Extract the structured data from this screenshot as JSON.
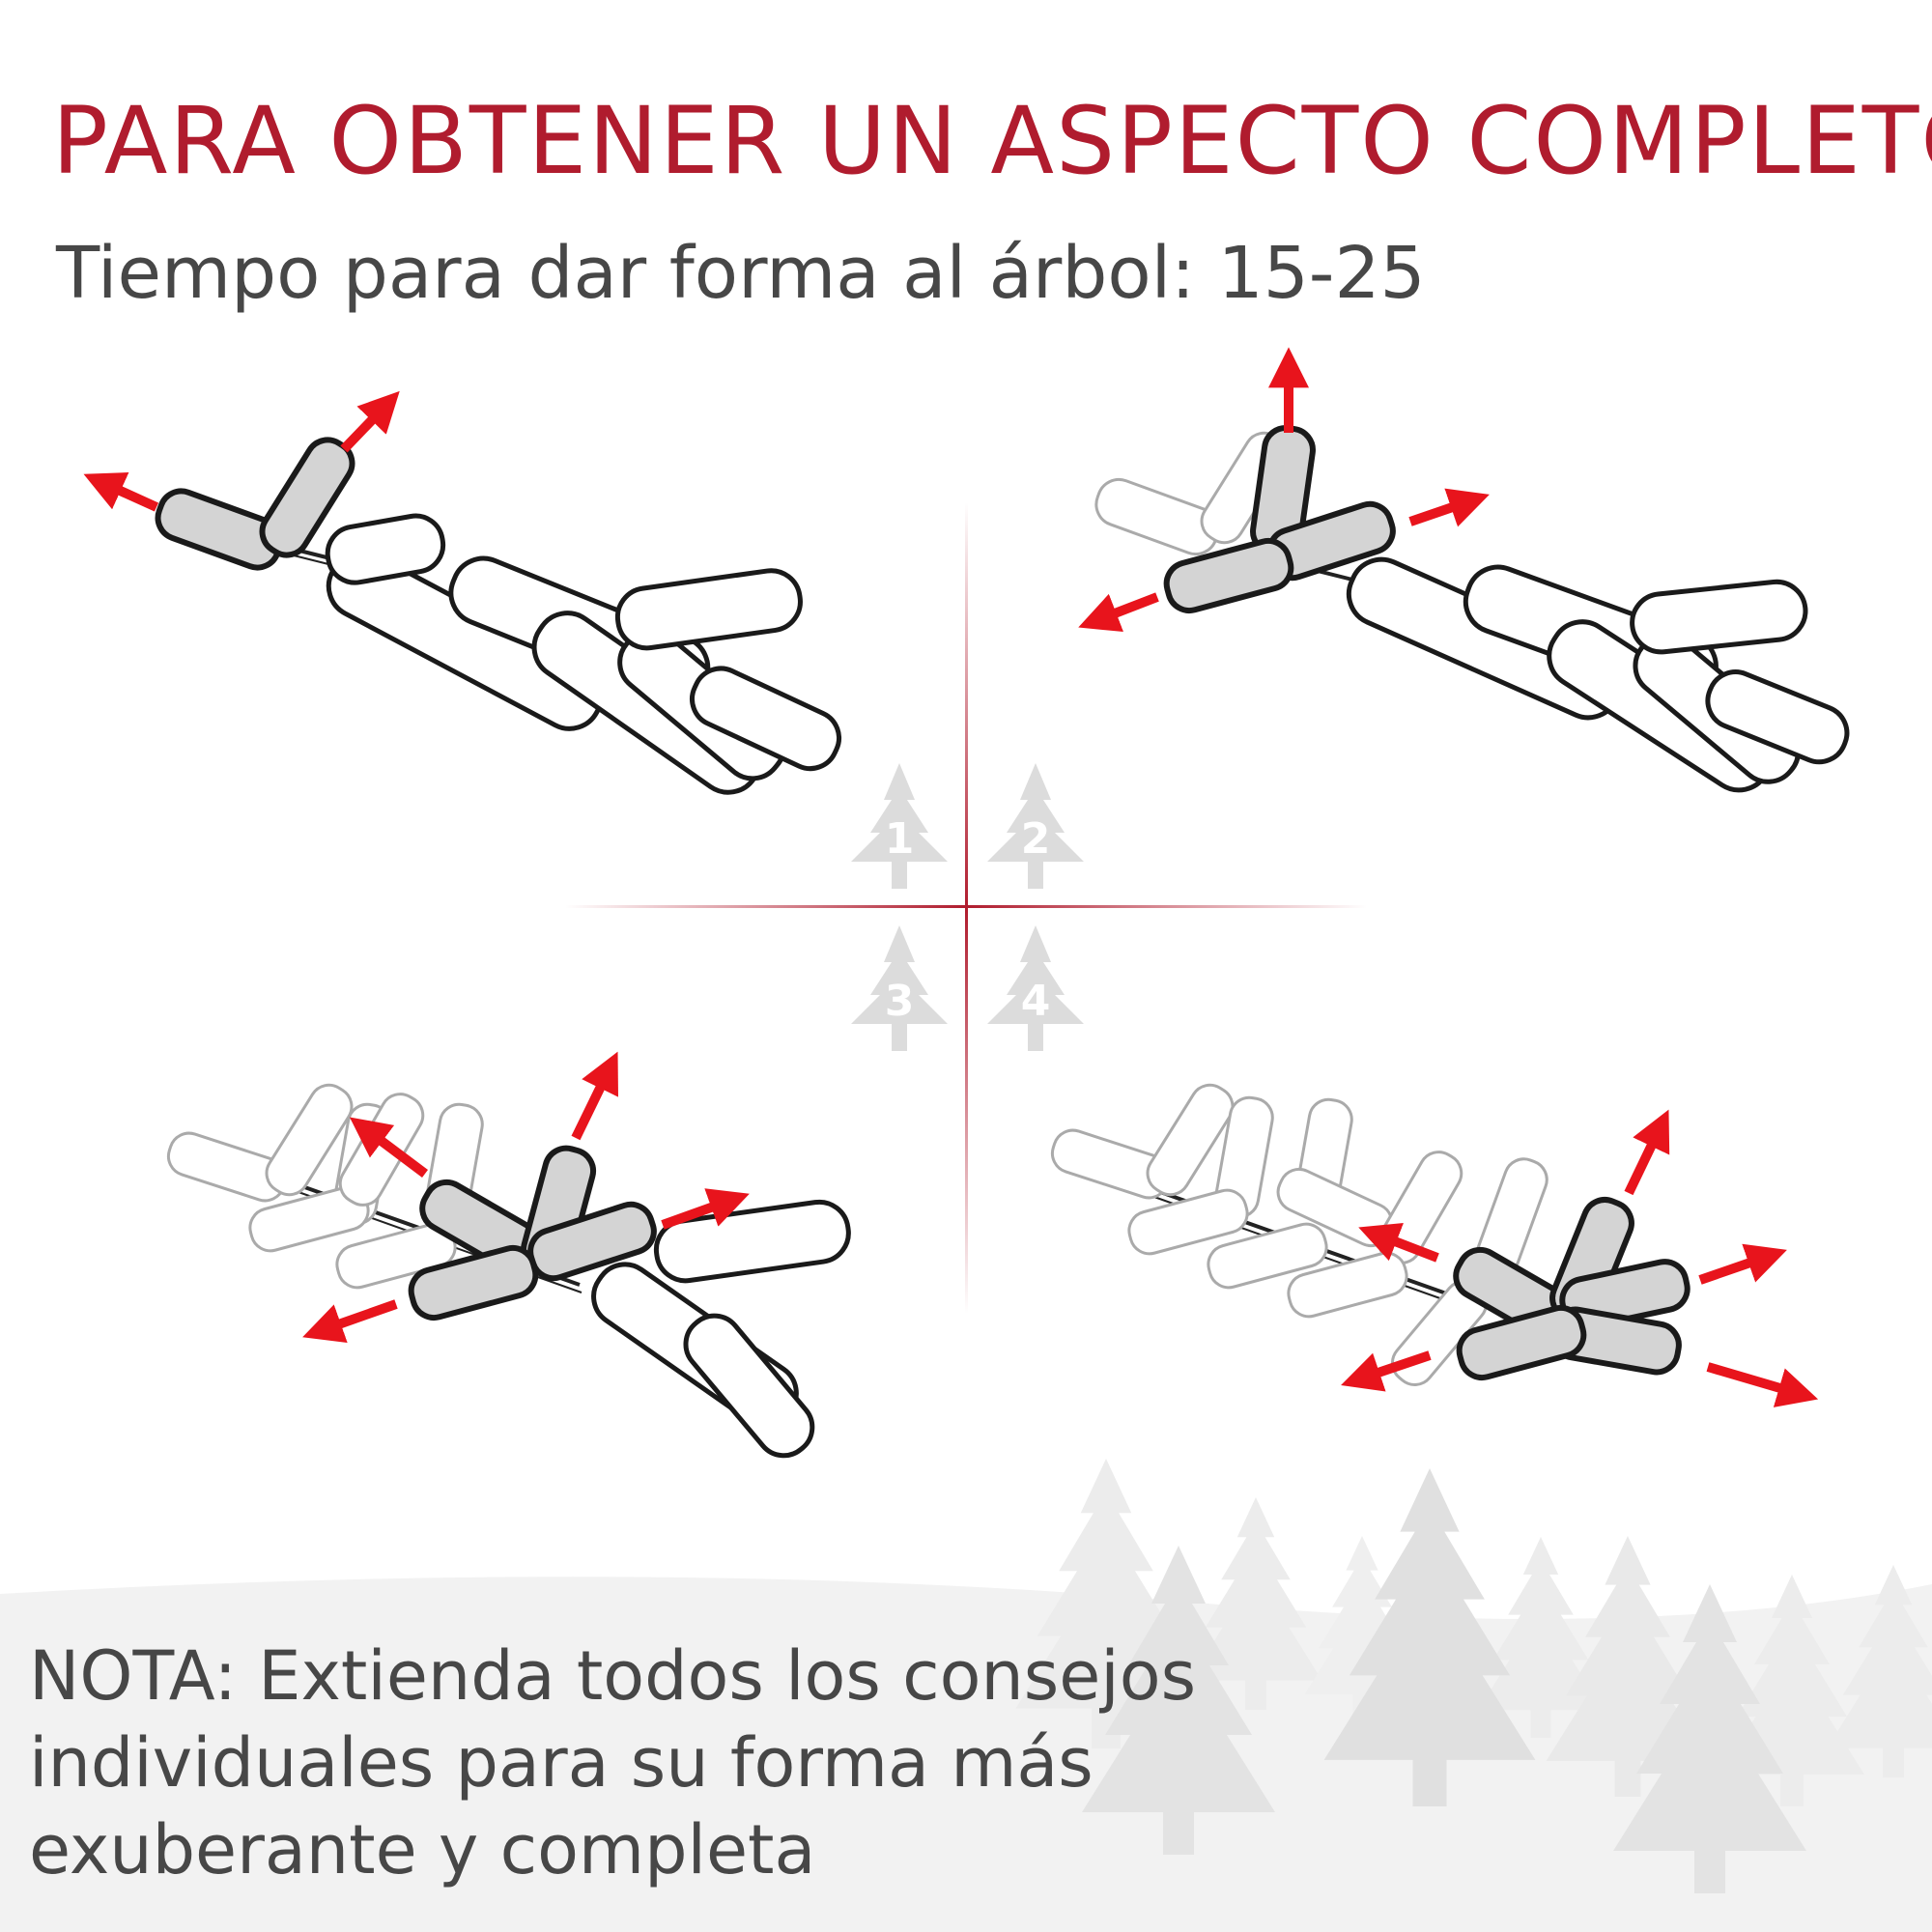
{
  "title": "PARA OBTENER UN ASPECTO COMPLETO",
  "subtitle": "Tiempo para dar forma al árbol: 15-25",
  "note": {
    "line1": "NOTA: Extienda todos los consejos",
    "line2": "individuales para su forma más",
    "line3": "exuberante y completa"
  },
  "steps": [
    "1",
    "2",
    "3",
    "4"
  ],
  "colors": {
    "title": "#b01c2e",
    "text": "#474747",
    "arrow": "#e8141c",
    "divider": "#b01c2e",
    "tip_fill": "#d4d4d4",
    "tip_outline": "#1a1a1a",
    "step_tree": "#dcdcdc",
    "background_tree": "#e3e3e3"
  }
}
